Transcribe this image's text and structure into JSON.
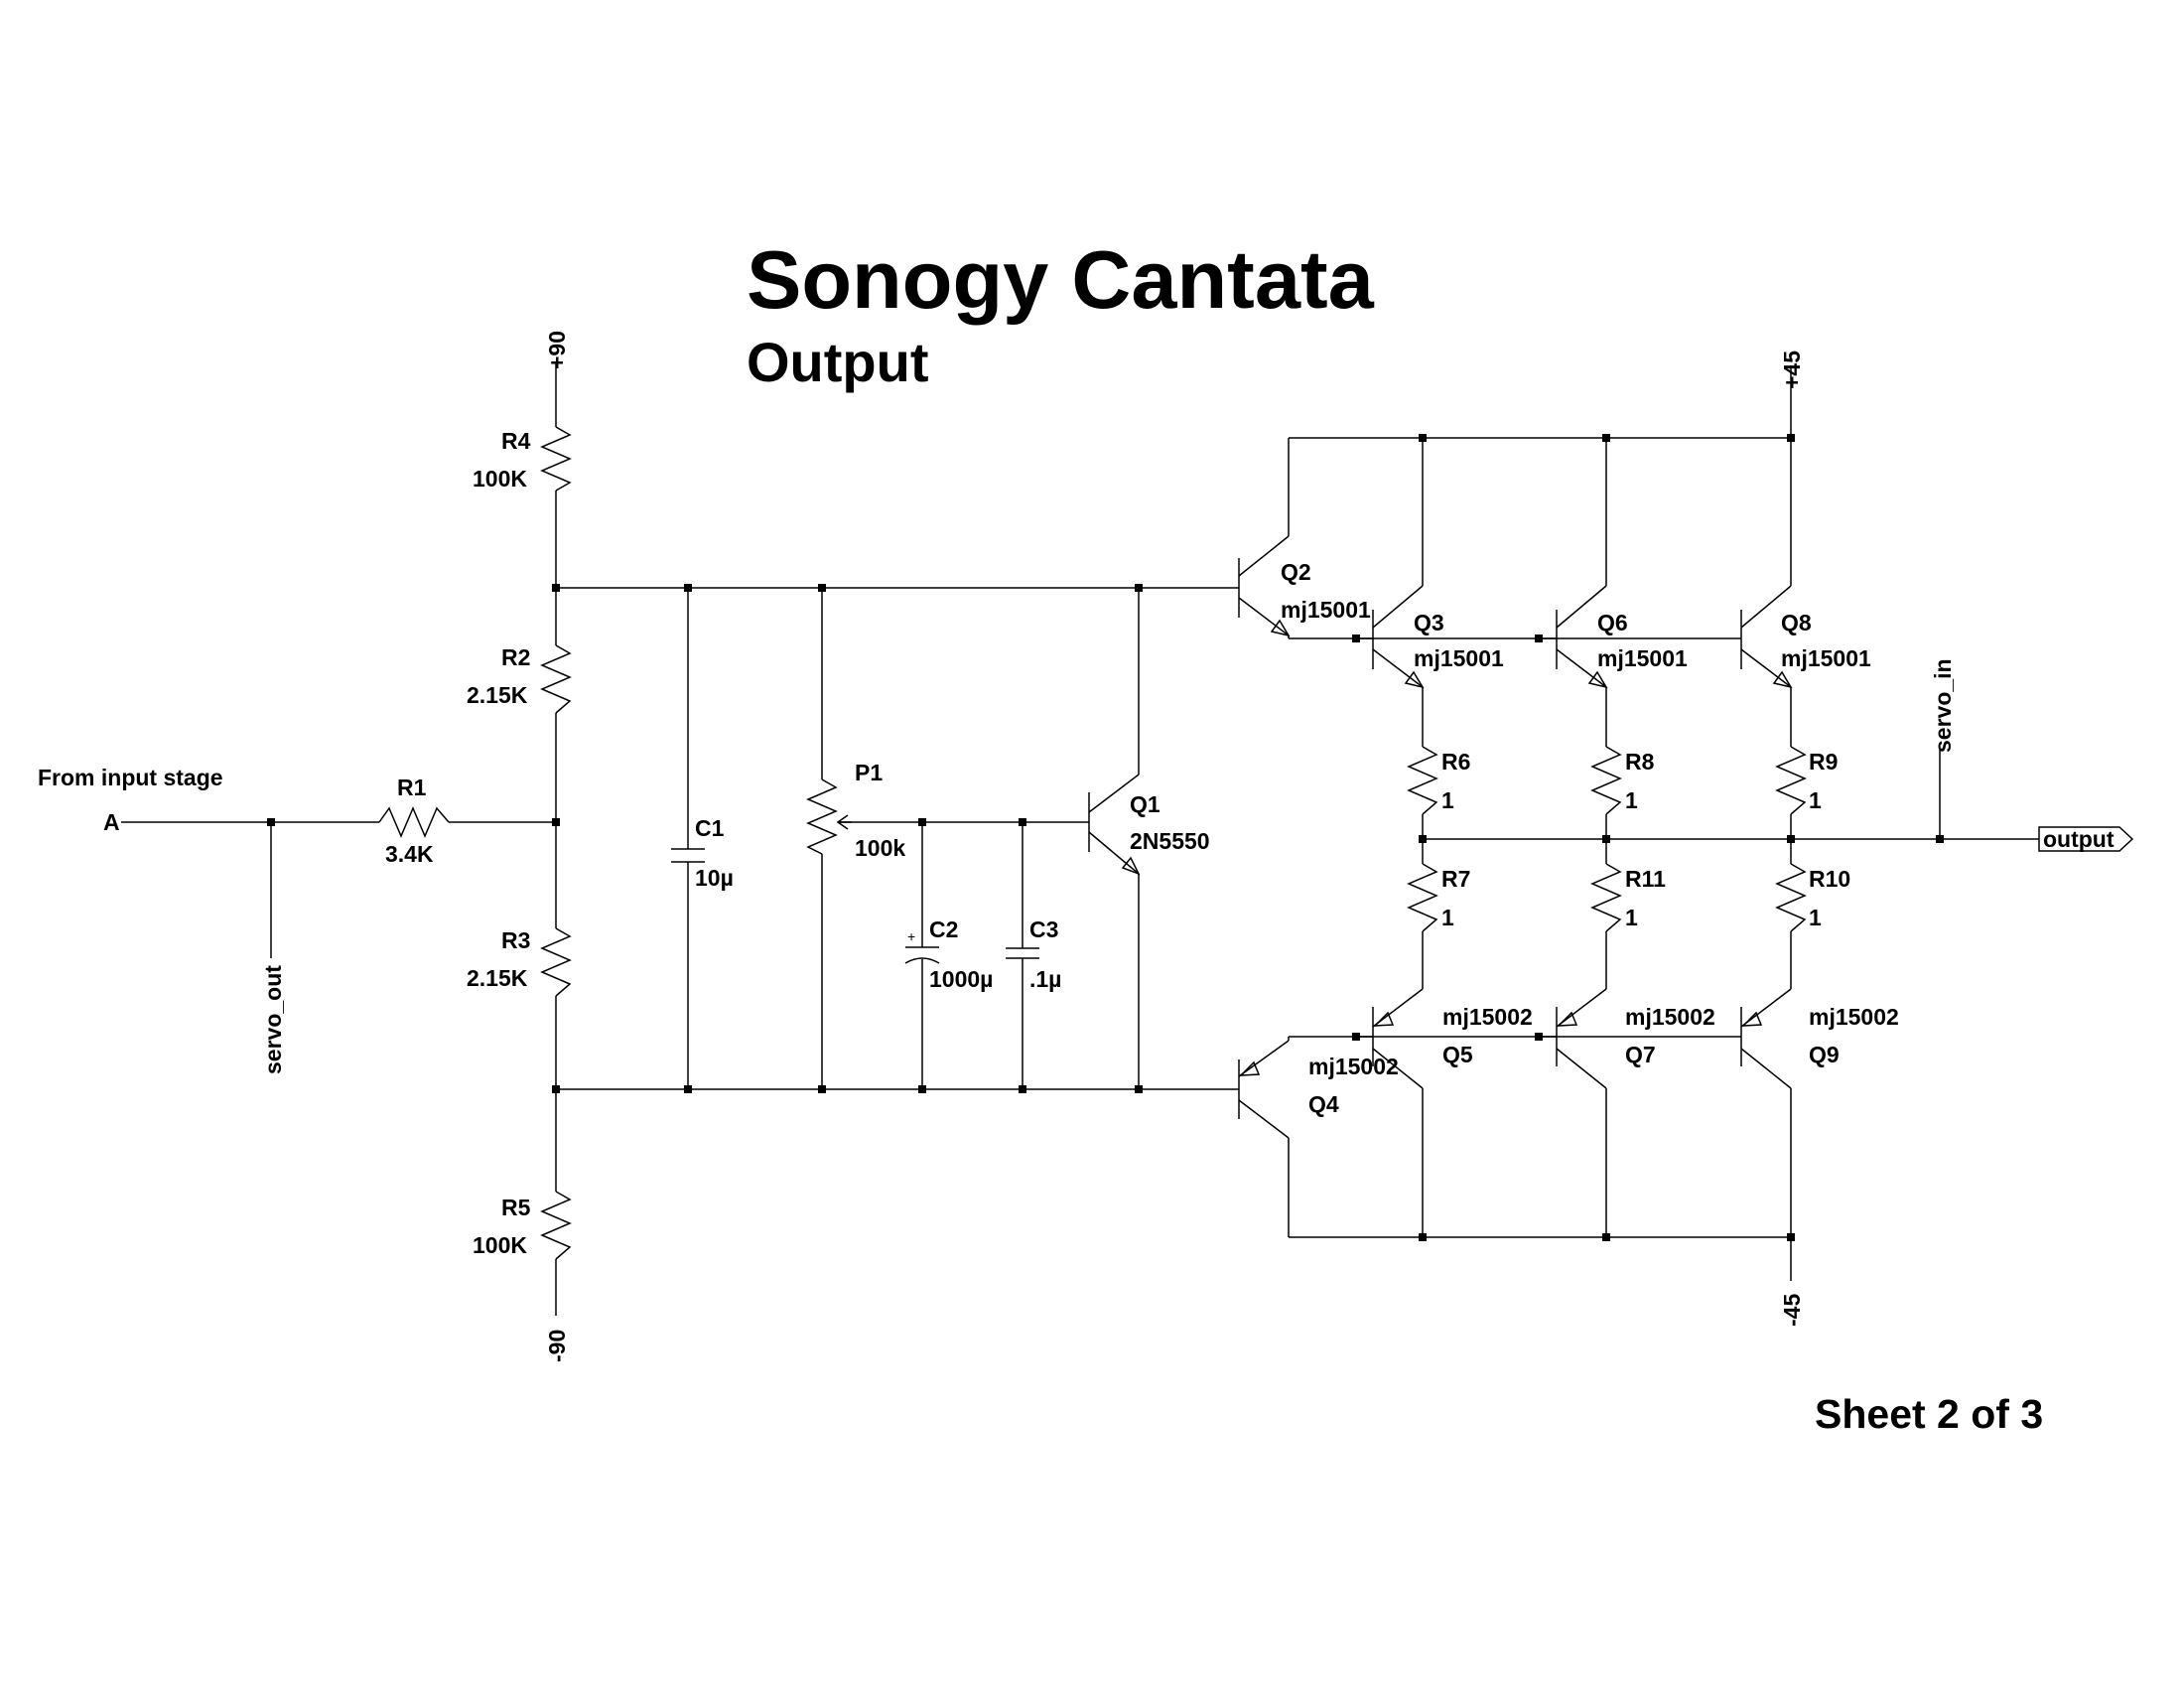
{
  "title": "Sonogy Cantata",
  "subtitle": "Output",
  "sheet": "Sheet 2 of 3",
  "input": {
    "note": "From input stage",
    "port": "A"
  },
  "rails": {
    "plus90": "+90",
    "minus90": "-90",
    "plus45": "+45",
    "minus45": "-45"
  },
  "nets": {
    "servo_out": "servo_out",
    "servo_in": "servo_in",
    "output": "output"
  },
  "parts": {
    "R1": {
      "ref": "R1",
      "value": "3.4K"
    },
    "R2": {
      "ref": "R2",
      "value": "2.15K"
    },
    "R3": {
      "ref": "R3",
      "value": "2.15K"
    },
    "R4": {
      "ref": "R4",
      "value": "100K"
    },
    "R5": {
      "ref": "R5",
      "value": "100K"
    },
    "C1": {
      "ref": "C1",
      "value": "10µ"
    },
    "P1": {
      "ref": "P1",
      "value": "100k"
    },
    "C2": {
      "ref": "C2",
      "value": "1000µ"
    },
    "C3": {
      "ref": "C3",
      "value": ".1µ"
    },
    "Q1": {
      "ref": "Q1",
      "value": "2N5550"
    },
    "Q2": {
      "ref": "Q2",
      "value": "mj15001"
    },
    "Q3": {
      "ref": "Q3",
      "value": "mj15001"
    },
    "Q6": {
      "ref": "Q6",
      "value": "mj15001"
    },
    "Q8": {
      "ref": "Q8",
      "value": "mj15001"
    },
    "Q4": {
      "ref": "Q4",
      "value": "mj15002"
    },
    "Q5": {
      "ref": "Q5",
      "value": "mj15002"
    },
    "Q7": {
      "ref": "Q7",
      "value": "mj15002"
    },
    "Q9": {
      "ref": "Q9",
      "value": "mj15002"
    },
    "R6": {
      "ref": "R6",
      "value": "1"
    },
    "R7": {
      "ref": "R7",
      "value": "1"
    },
    "R8": {
      "ref": "R8",
      "value": "1"
    },
    "R9": {
      "ref": "R9",
      "value": "1"
    },
    "R10": {
      "ref": "R10",
      "value": "1"
    },
    "R11": {
      "ref": "R11",
      "value": "1"
    }
  }
}
